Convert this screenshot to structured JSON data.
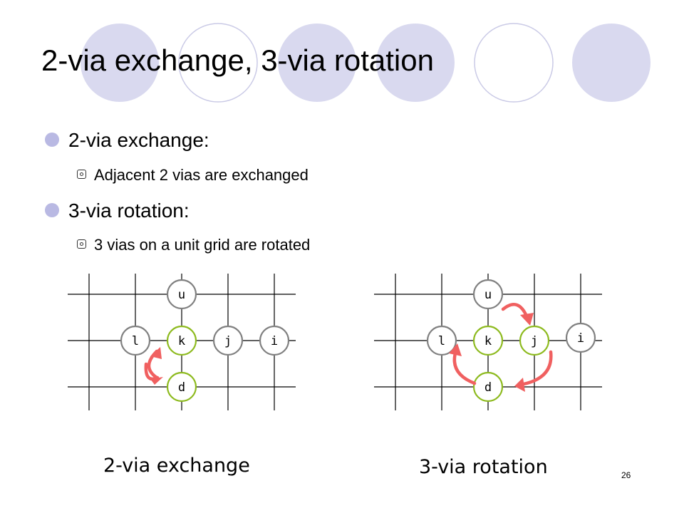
{
  "slide": {
    "title": "2-via exchange, 3-via rotation",
    "bullets": [
      {
        "text": "2-via exchange:",
        "sub": "Adjacent 2 vias are exchanged"
      },
      {
        "text": "3-via rotation:",
        "sub": "3 vias on a unit grid are rotated"
      }
    ],
    "page_number": "26"
  },
  "colors": {
    "circle_fill": "#d9d9ef",
    "via_normal": "#808080",
    "via_highlight": "#8dba1e",
    "arrow": "#f06060"
  },
  "diagrams": [
    {
      "caption": "2-via exchange",
      "vias": [
        {
          "label": "u",
          "highlight": false
        },
        {
          "label": "l",
          "highlight": false
        },
        {
          "label": "k",
          "highlight": true
        },
        {
          "label": "j",
          "highlight": false
        },
        {
          "label": "i",
          "highlight": false
        },
        {
          "label": "d",
          "highlight": true
        }
      ]
    },
    {
      "caption": "3-via rotation",
      "vias": [
        {
          "label": "u",
          "highlight": false
        },
        {
          "label": "l",
          "highlight": false
        },
        {
          "label": "k",
          "highlight": true
        },
        {
          "label": "j",
          "highlight": true
        },
        {
          "label": "i",
          "highlight": false
        },
        {
          "label": "d",
          "highlight": true
        }
      ]
    }
  ]
}
